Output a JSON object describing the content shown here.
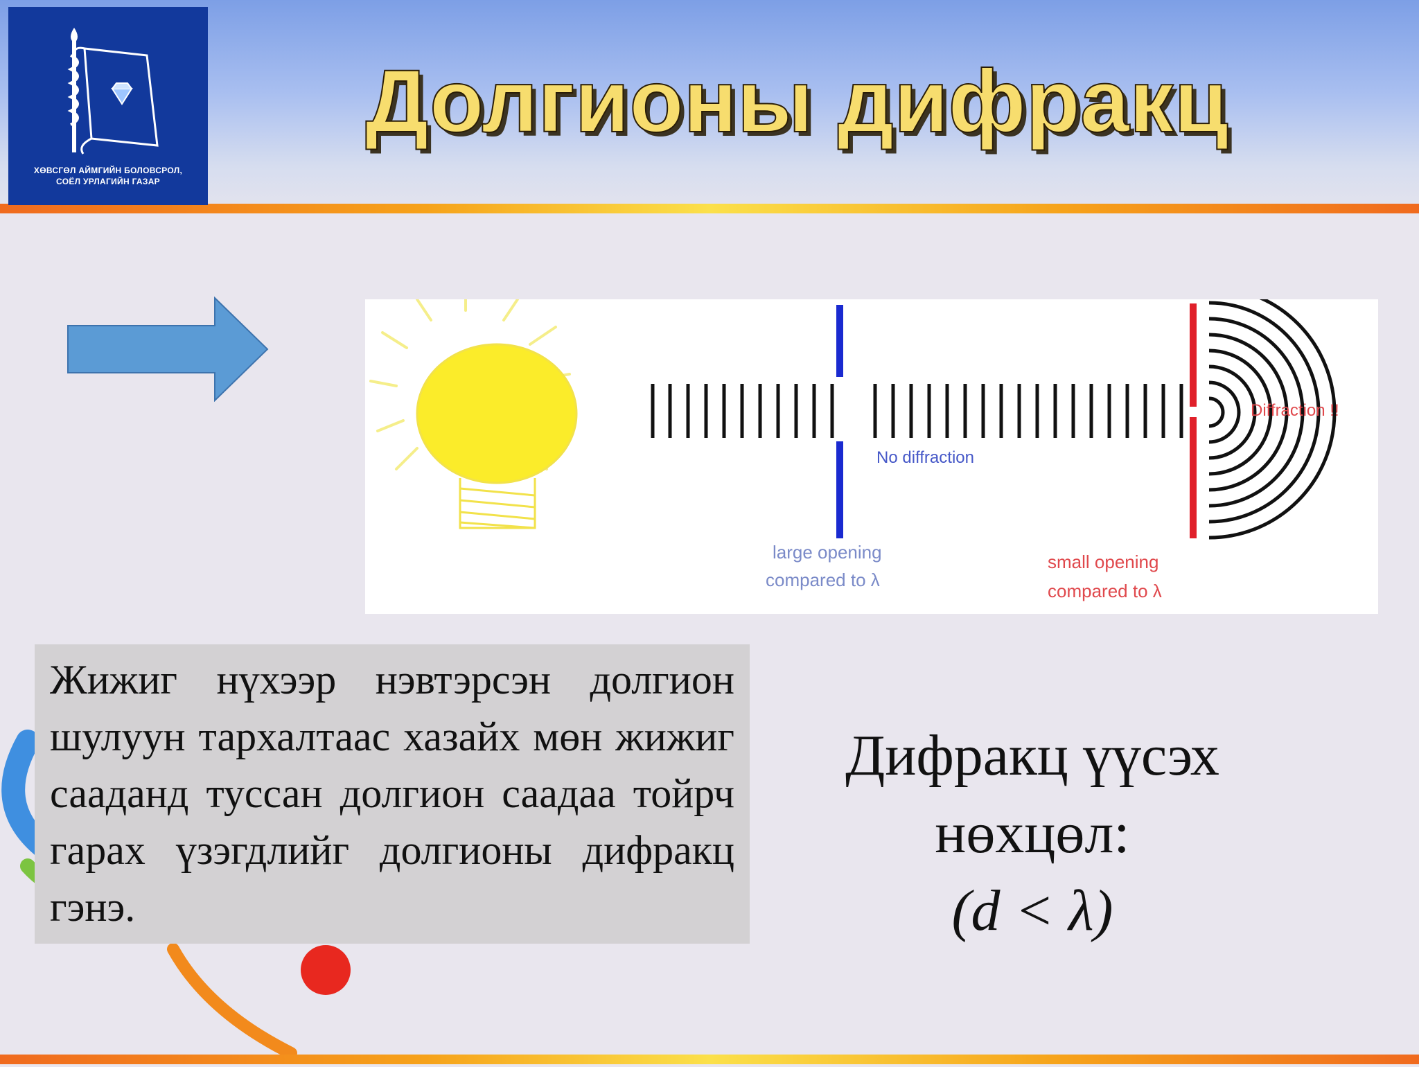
{
  "slide": {
    "title": "Долгионы дифракц",
    "logo": {
      "line1": "ХӨВСГӨЛ АЙМГИЙН БОЛОВСРОЛ,",
      "line2": "СОЁЛ УРЛАГИЙН ГАЗАР"
    },
    "colors": {
      "title_fill": "#f7dd6e",
      "logo_bg": "#12399c",
      "arrow_fill": "#5b9bd5",
      "accent_line": "#f6a21a"
    }
  },
  "diagram": {
    "label_no_diffraction": "No diffraction",
    "label_diffraction": "Diffraction !!",
    "label_large_1": "large opening",
    "label_large_2": "compared to λ",
    "label_small_1": "small opening",
    "label_small_2": "compared to λ",
    "colors": {
      "sun": "#fbec2a",
      "large_barrier": "#1a2ad0",
      "small_barrier": "#e0202a",
      "wave": "#111111",
      "label_blue": "#4658c8",
      "label_red": "#e0484c"
    }
  },
  "definition": {
    "text": "Жижиг нүхээр нэвтэрсэн долгион шулуун тархалтаас хазайх мөн жижиг сааданд туссан долгион саадаа тойрч гарах үзэгдлийг долгионы дифракц гэнэ."
  },
  "condition": {
    "line1": "Дифракц үүсэх",
    "line2": "нөхцөл:",
    "formula": "(d < λ)"
  }
}
